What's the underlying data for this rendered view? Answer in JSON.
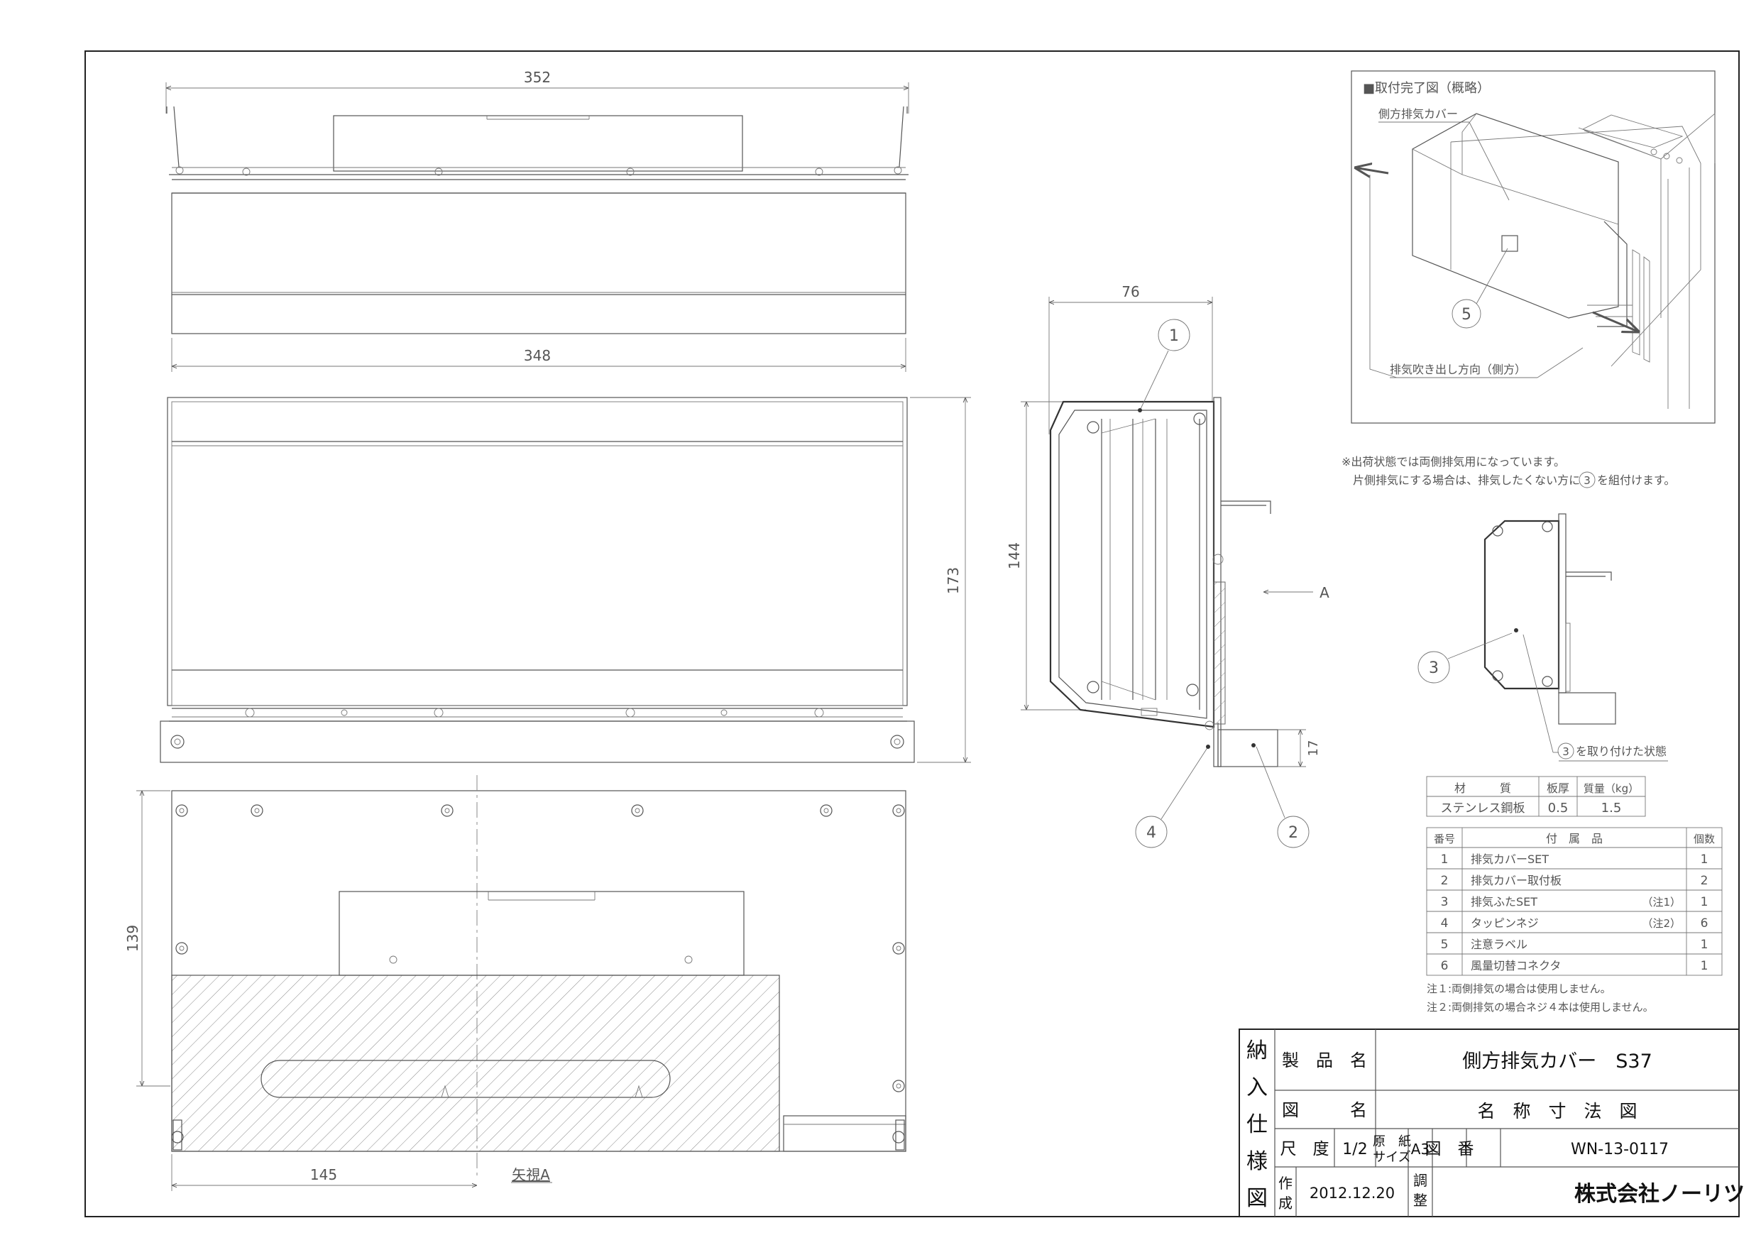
{
  "dimensions": {
    "top_width_outer": "352",
    "top_width_inner": "348",
    "front_height": "173",
    "side_depth": "76",
    "side_height": "144",
    "side_flange": "17",
    "bottom_height": "139",
    "bottom_offset": "145"
  },
  "labels": {
    "view_arrow": "A",
    "view_a_caption": "矢視A"
  },
  "balloons": [
    "1",
    "2",
    "3",
    "4",
    "5"
  ],
  "install_figure": {
    "title": "■取付完了図（概略）",
    "cover_label": "側方排気カバー",
    "direction_label": "排気吹き出し方向（側方）"
  },
  "shipping_note": {
    "line1": "※出荷状態では両側排気用になっています。",
    "line2_before": "片側排気にする場合は、排気したくない方に",
    "line2_circle": "3",
    "line2_after": "を組付けます。"
  },
  "attached_caption": {
    "circle": "3",
    "text": "を取り付けた状態"
  },
  "material_table": {
    "headers": [
      "材　　　質",
      "板厚",
      "質量（kg）"
    ],
    "row": [
      "ステンレス鋼板",
      "0.5",
      "1.5"
    ]
  },
  "parts_table": {
    "headers": [
      "番号",
      "付　属　品",
      "個数"
    ],
    "rows": [
      {
        "no": "1",
        "name": "排気カバーSET",
        "note": "",
        "qty": "1"
      },
      {
        "no": "2",
        "name": "排気カバー取付板",
        "note": "",
        "qty": "2"
      },
      {
        "no": "3",
        "name": "排気ふたSET",
        "note": "（注1）",
        "qty": "1"
      },
      {
        "no": "4",
        "name": "タッピンネジ",
        "note": "（注2）",
        "qty": "6"
      },
      {
        "no": "5",
        "name": "注意ラベル",
        "note": "",
        "qty": "1"
      },
      {
        "no": "6",
        "name": "風量切替コネクタ",
        "note": "",
        "qty": "1"
      }
    ],
    "note1": "注１:両側排気の場合は使用しません。",
    "note2": "注２:両側排気の場合ネジ４本は使用しません。"
  },
  "title_block": {
    "side_chars": [
      "納",
      "入",
      "仕",
      "様",
      "図"
    ],
    "product_name_label": "製　品　名",
    "product_name": "側方排気カバー　S37",
    "drawing_name_label": "図　　　名",
    "drawing_name": "名　称　寸　法　図",
    "scale_label": "尺　度",
    "scale": "1/2",
    "paper_label_1": "原　紙",
    "paper_label_2": "サイズ",
    "paper_size": "A3",
    "drawing_no_label": "図　番",
    "drawing_no": "WN-13-0117",
    "made_label_1": "作",
    "made_label_2": "成",
    "made_date": "2012.12.20",
    "checked_label_1": "調",
    "checked_label_2": "整",
    "company": "株式会社ノーリツ"
  }
}
